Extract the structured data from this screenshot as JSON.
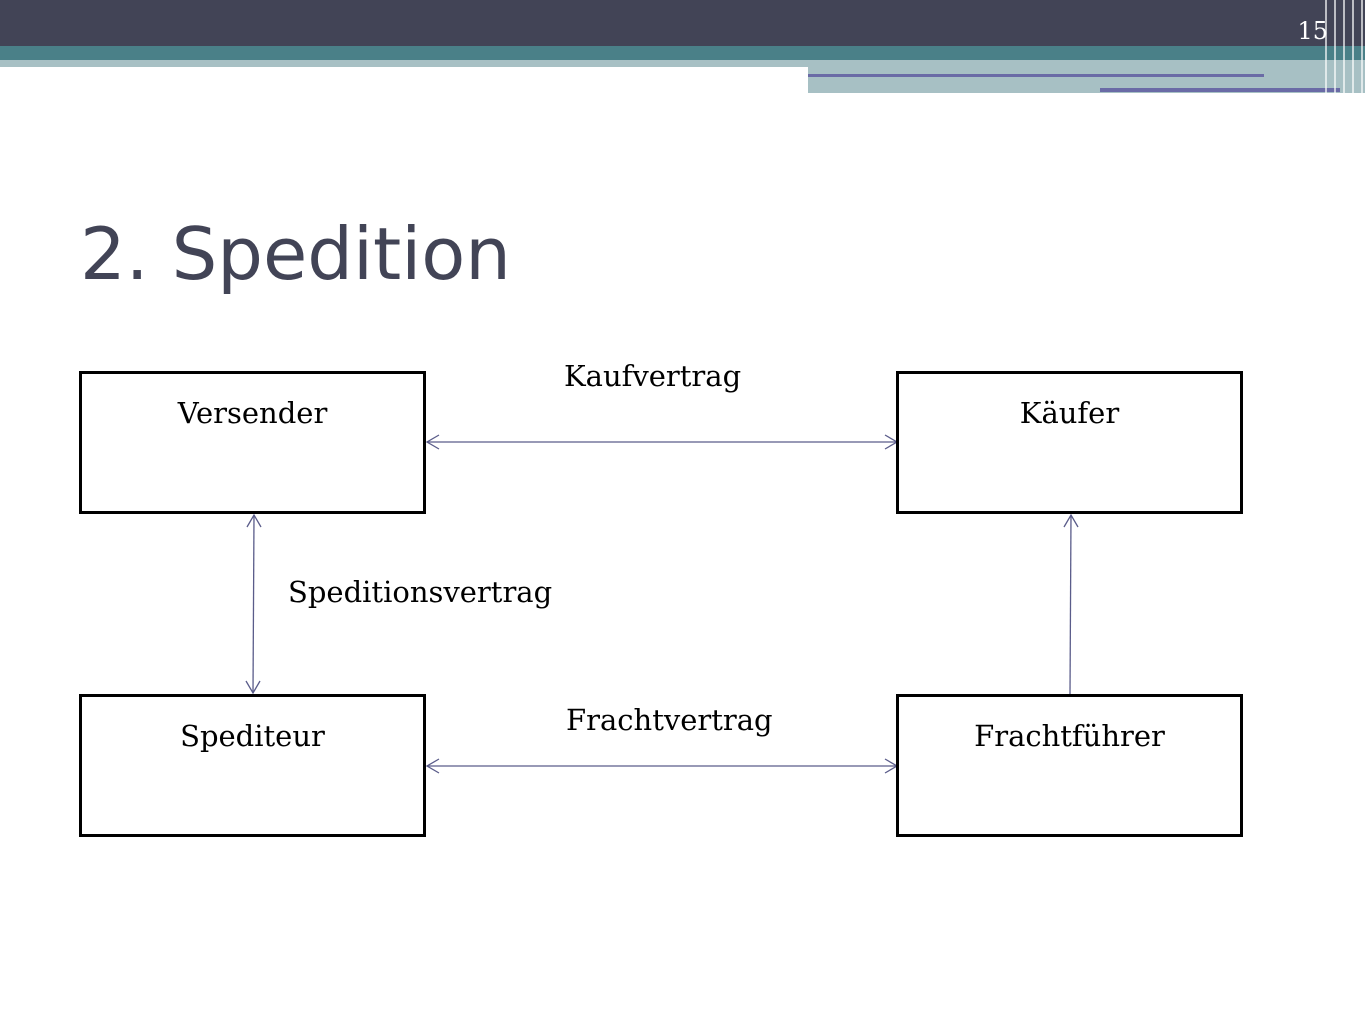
{
  "slide": {
    "page_number": "15",
    "title": "2. Spedition"
  },
  "theme": {
    "header_dark": "#424456",
    "header_teal": "#4A8088",
    "header_light": "#A7C0C4",
    "header_accent": "#6A6BA6",
    "connector_color": "#5A5C8A",
    "box_border": "#000000"
  },
  "diagram": {
    "nodes": {
      "versender": "Versender",
      "kaeufer": "Käufer",
      "spediteur": "Spediteur",
      "frachtfuehrer": "Frachtführer"
    },
    "relations": {
      "kaufvertrag": "Kaufvertrag",
      "speditionsvertrag": "Speditionsvertrag",
      "frachtvertrag": "Frachtvertrag"
    },
    "edges": [
      {
        "from": "versender",
        "to": "kaeufer",
        "label": "kaufvertrag",
        "direction": "both"
      },
      {
        "from": "versender",
        "to": "spediteur",
        "label": "speditionsvertrag",
        "direction": "both"
      },
      {
        "from": "spediteur",
        "to": "frachtfuehrer",
        "label": "frachtvertrag",
        "direction": "both"
      },
      {
        "from": "frachtfuehrer",
        "to": "kaeufer",
        "label": "",
        "direction": "forward"
      }
    ]
  }
}
